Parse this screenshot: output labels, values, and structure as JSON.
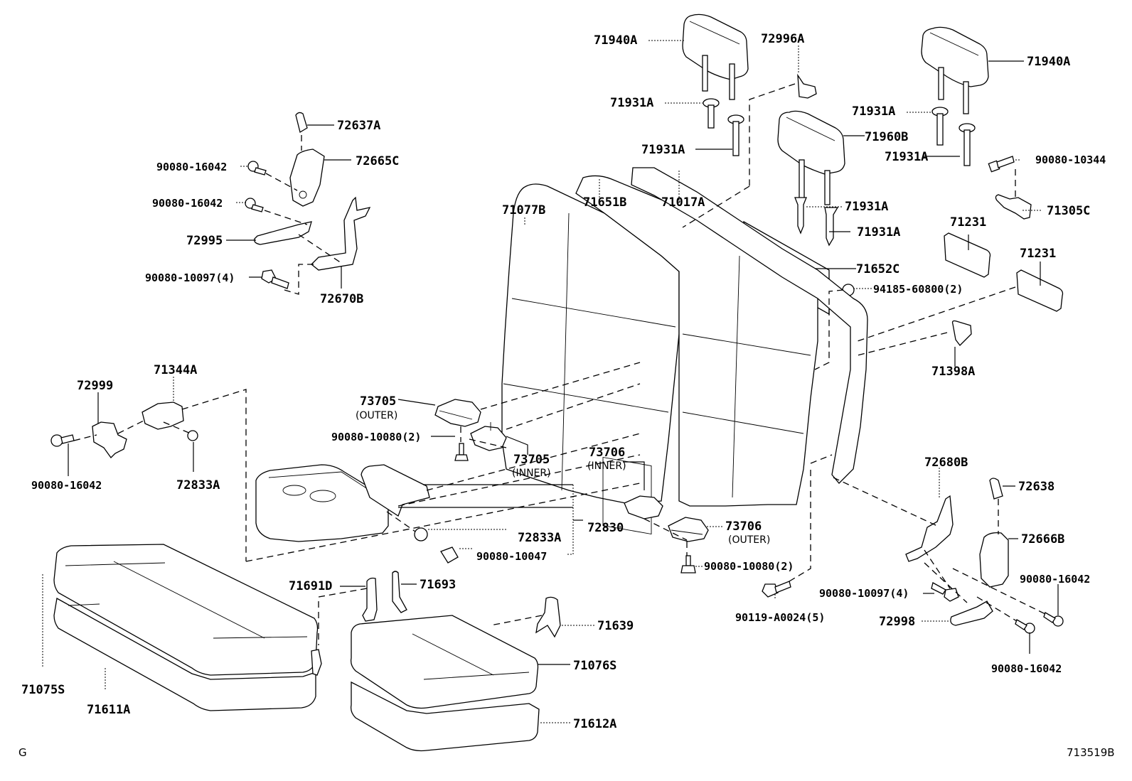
{
  "diagram": {
    "code_left": "G",
    "code_right": "713519B",
    "labels": {
      "p71940A_left": "71940A",
      "p72996A": "72996A",
      "p71931A_1": "71931A",
      "p71931A_2": "71931A",
      "p71940A_right": "71940A",
      "p71931A_3": "71931A",
      "p71960B": "71960B",
      "p71931A_4": "71931A",
      "p90080_10344": "90080-10344",
      "p71305C": "71305C",
      "p71931A_5": "71931A",
      "p71931A_6": "71931A",
      "p71231_1": "71231",
      "p71231_2": "71231",
      "p71652C": "71652C",
      "p94185_60800": "94185-60800(2)",
      "p71398A": "71398A",
      "p72637A": "72637A",
      "p72665C": "72665C",
      "p90080_16042_a": "90080-16042",
      "p90080_16042_b": "90080-16042",
      "p72995": "72995",
      "p90080_10097_a": "90080-10097(4)",
      "p72670B": "72670B",
      "p71077B": "71077B",
      "p71651B": "71651B",
      "p71017A": "71017A",
      "p72999": "72999",
      "p71344A": "71344A",
      "p90080_16042_c": "90080-16042",
      "p72833A_a": "72833A",
      "p73705_outer": "73705",
      "p73705_outer_sub": "(OUTER)",
      "p90080_10080_a": "90080-10080(2)",
      "p73705_inner": "73705",
      "p73705_inner_sub": "(INNER)",
      "p73706_inner": "73706",
      "p73706_inner_sub": "(INNER)",
      "p72833A_b": "72833A",
      "p72830": "72830",
      "p90080_10047": "90080-10047",
      "p73706_outer": "73706",
      "p73706_outer_sub": "(OUTER)",
      "p90080_10080_b": "90080-10080(2)",
      "p90119_A0024": "90119-A0024(5)",
      "p72680B": "72680B",
      "p72638": "72638",
      "p72666B": "72666B",
      "p90080_16042_d": "90080-16042",
      "p90080_10097_b": "90080-10097(4)",
      "p72998": "72998",
      "p90080_16042_e": "90080-16042",
      "p71691D": "71691D",
      "p71693": "71693",
      "p71639": "71639",
      "p71076S": "71076S",
      "p71612A": "71612A",
      "p71075S": "71075S",
      "p71611A": "71611A"
    }
  }
}
